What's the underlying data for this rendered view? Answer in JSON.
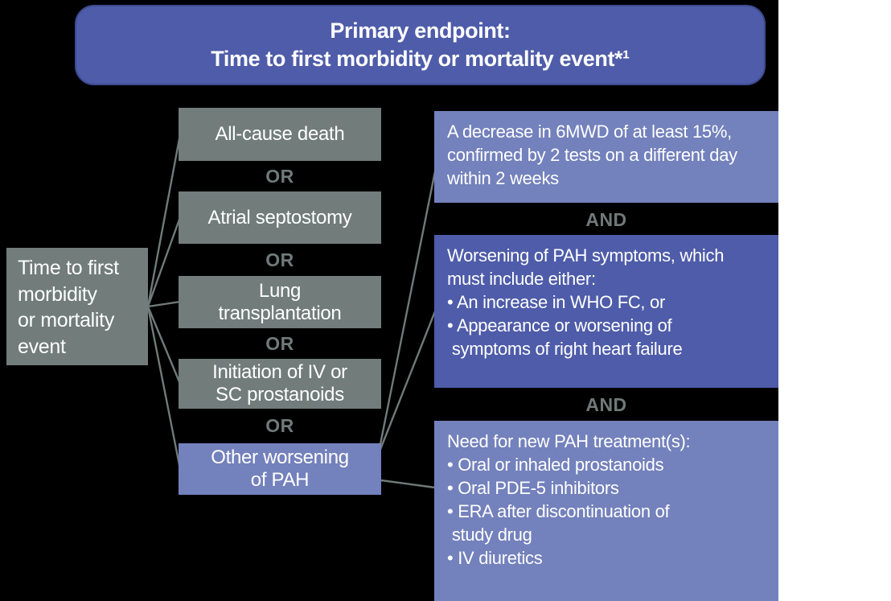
{
  "header": {
    "line1": "Primary endpoint:",
    "line2": "Time to first morbidity or mortality event*¹"
  },
  "source_box": {
    "text": "Time to first\nmorbidity\nor mortality\nevent"
  },
  "or_label": "OR",
  "and_label": "AND",
  "event_boxes": [
    {
      "id": "all-cause-death",
      "text": "All-cause death"
    },
    {
      "id": "atrial-septostomy",
      "text": "Atrial septostomy"
    },
    {
      "id": "lung-transplantation",
      "text": "Lung\ntransplantation"
    },
    {
      "id": "iv-sc-prostanoids",
      "text": "Initiation of IV or\nSC prostanoids"
    },
    {
      "id": "other-worsening-pah",
      "text": "Other worsening\nof PAH"
    }
  ],
  "criteria_boxes": [
    {
      "id": "6mwd-decrease",
      "text": "A decrease in 6MWD of at least 15%,\nconfirmed by 2 tests on a different day\nwithin 2 weeks"
    },
    {
      "id": "pah-symptoms",
      "text": "Worsening of PAH symptoms, which\nmust include either:\n• An increase in WHO FC, or\n• Appearance or worsening of\n symptoms of right heart failure"
    },
    {
      "id": "new-pah-treatment",
      "text": "Need for new PAH treatment(s):\n• Oral or inhaled prostanoids\n• Oral PDE-5 inhibitors\n• ERA after discontinuation of\n study drug\n• IV diuretics"
    }
  ],
  "colors": {
    "page_background": "#ffffff",
    "diagram_background": "#000000",
    "header_blue": "#4e5ca9",
    "periwinkle_box": "#7381bc",
    "gray_box": "#717c7b",
    "separator_and_line_gray": "#6f7a79",
    "text": "#ffffff"
  }
}
